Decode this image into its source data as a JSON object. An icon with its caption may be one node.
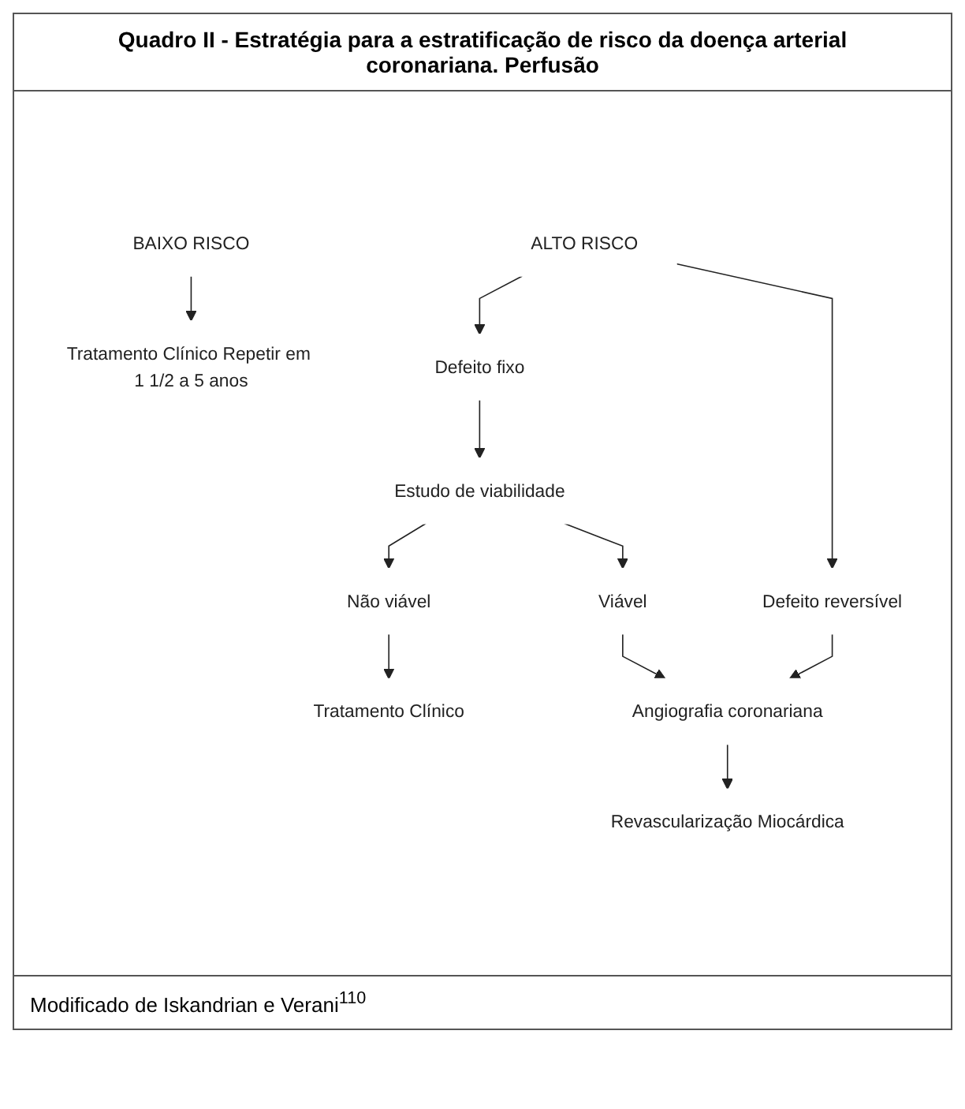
{
  "diagram": {
    "title": "Quadro II - Estratégia para a estratificação de risco da doença arterial coronariana. Perfusão",
    "caption": "Modificado de Iskandrian e Verani$^{110}$",
    "nodes": [
      {
        "text": [
          "ALTO RISCO"
        ]
      },
      {
        "text": [
          "BAIXO RISCO"
        ]
      },
      {
        "text": [
          "Defeito fixo"
        ]
      },
      {
        "text": [
          "Defeito reversível"
        ]
      },
      {
        "text": [
          "Estudo de viabilidade"
        ]
      },
      {
        "text": [
          "Não viável"
        ]
      },
      {
        "text": [
          "Viável"
        ]
      },
      {
        "text": [
          "Angiografia coronariana"
        ]
      },
      {
        "text": [
          "Tratamento Clínico"
        ]
      },
      {
        "text": [
          "Revascularização Miocárdica"
        ]
      },
      {
        "text": [
          "Tratamento Clínico Repetir em 1 1/2 a 5 anos"
        ]
      }
    ],
    "edges": [
      {
        "from": 0,
        "to": 2,
        "arrow": "to"
      },
      {
        "from": 0,
        "to": 3,
        "arrow": "to"
      },
      {
        "from": 2,
        "to": 4,
        "arrow": "to"
      },
      {
        "from": 4,
        "to": 6,
        "arrow": "to"
      },
      {
        "from": 4,
        "to": 5,
        "arrow": "to"
      },
      {
        "from": 6,
        "to": 7,
        "arrow": "to"
      },
      {
        "from": 3,
        "to": 7,
        "arrow": "to"
      },
      {
        "from": 5,
        "to": 8,
        "arrow": "to"
      },
      {
        "from": 7,
        "to": 9,
        "arrow": "to"
      },
      {
        "from": 1,
        "to": 10,
        "arrow": "to"
      }
    ]
  }
}
